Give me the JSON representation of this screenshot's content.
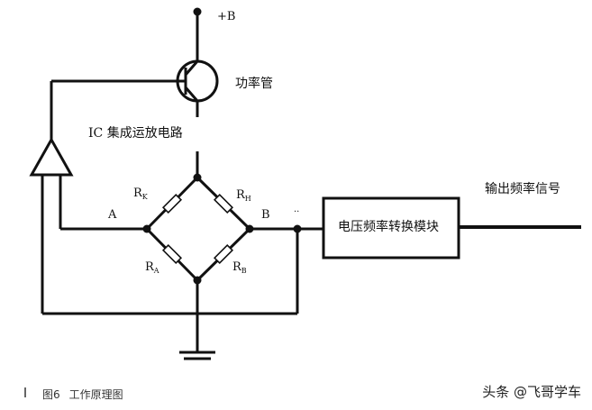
{
  "labels": {
    "supply": "+B",
    "power_transistor": "功率管",
    "ic_opamp": "IC 集成运放电路",
    "node_a": "A",
    "node_b": "B",
    "rk_main": "R",
    "rk_sub": "K",
    "rh_main": "R",
    "rh_sub": "H",
    "ra_main": "R",
    "ra_sub": "A",
    "rb_main": "R",
    "rb_sub": "B",
    "small_mark": "..",
    "converter": "电压频率转换模块",
    "output": "输出频率信号"
  },
  "caption": {
    "figure": "图6",
    "title": "工作原理图"
  },
  "watermark": "头条 @飞哥学车"
}
